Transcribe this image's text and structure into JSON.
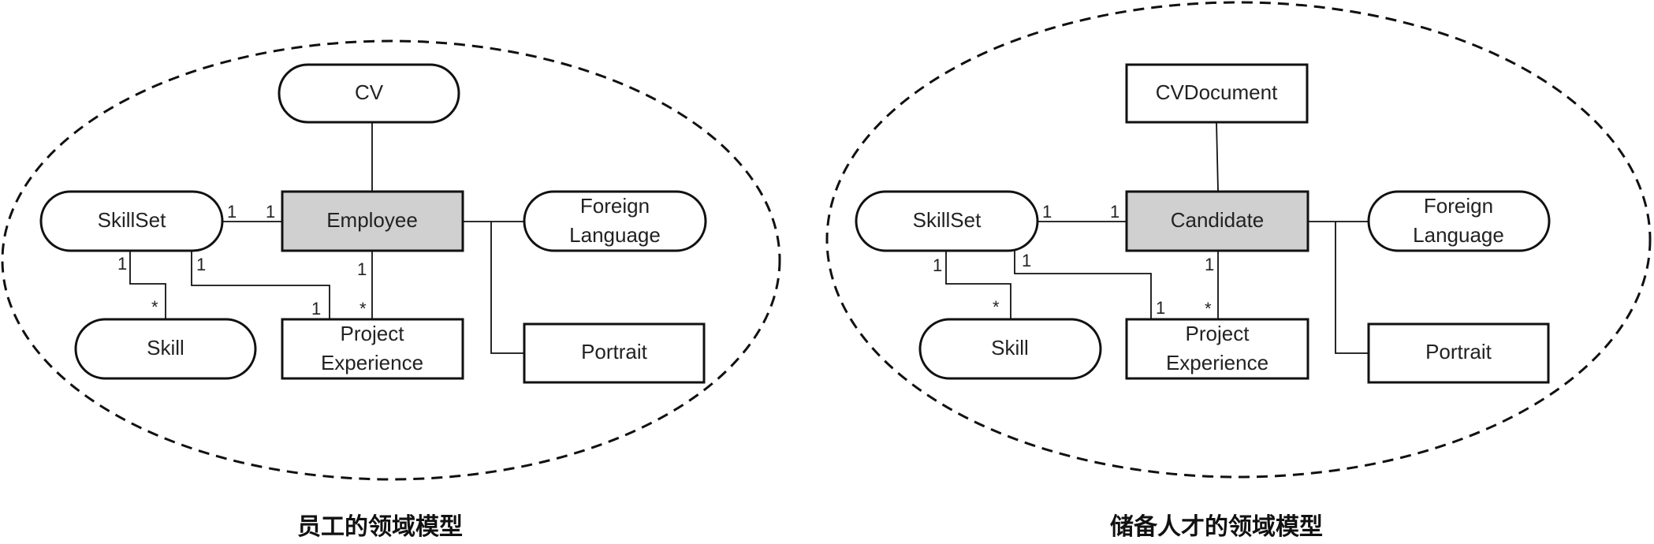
{
  "left_model": {
    "caption": "员工的领域模型",
    "cv": "CV",
    "skillset": "SkillSet",
    "core": "Employee",
    "foreign_language_line1": "Foreign",
    "foreign_language_line2": "Language",
    "skill": "Skill",
    "project_line1": "Project",
    "project_line2": "Experience",
    "portrait": "Portrait",
    "multiplicities": {
      "skillset_core_a": "1",
      "skillset_core_b": "1",
      "skillset_skill_a": "1",
      "skillset_skill_b": "*",
      "skillset_project_a": "1",
      "skillset_project_b": "1",
      "core_project_a": "1",
      "core_project_b": "*"
    }
  },
  "right_model": {
    "caption": "储备人才的领域模型",
    "cv": "CVDocument",
    "skillset": "SkillSet",
    "core": "Candidate",
    "foreign_language_line1": "Foreign",
    "foreign_language_line2": "Language",
    "skill": "Skill",
    "project_line1": "Project",
    "project_line2": "Experience",
    "portrait": "Portrait",
    "multiplicities": {
      "skillset_core_a": "1",
      "skillset_core_b": "1",
      "skillset_skill_a": "1",
      "skillset_skill_b": "*",
      "skillset_project_a": "1",
      "skillset_project_b": "1",
      "core_project_a": "1",
      "core_project_b": "*"
    }
  }
}
